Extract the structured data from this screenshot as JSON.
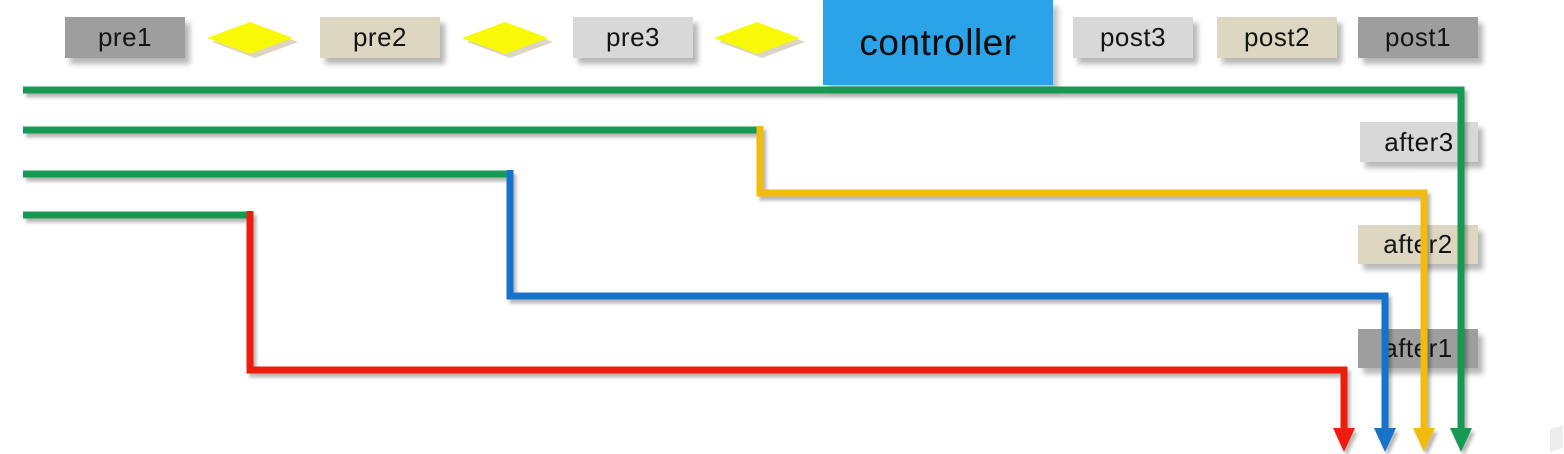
{
  "flow": {
    "pre_boxes": [
      {
        "label": "pre1"
      },
      {
        "label": "pre2"
      },
      {
        "label": "pre3"
      }
    ],
    "controller": {
      "label": "controller"
    },
    "post_boxes": [
      {
        "label": "post3"
      },
      {
        "label": "post2"
      },
      {
        "label": "post1"
      }
    ],
    "after_boxes": [
      {
        "label": "after3"
      },
      {
        "label": "after2"
      },
      {
        "label": "after1"
      }
    ]
  },
  "colors": {
    "line_green": "#189a52",
    "line_yellow": "#f2bb0a",
    "line_blue": "#1372cb",
    "line_red": "#ee1c10",
    "diamond_yellow": "#f9f905",
    "diamond_shadow": "#c0b294",
    "controller_blue": "#2aa3e8",
    "box_dark_gray": "#9e9e9e",
    "box_light_gray": "#d8d8d8",
    "box_beige": "#ddd7c2"
  }
}
